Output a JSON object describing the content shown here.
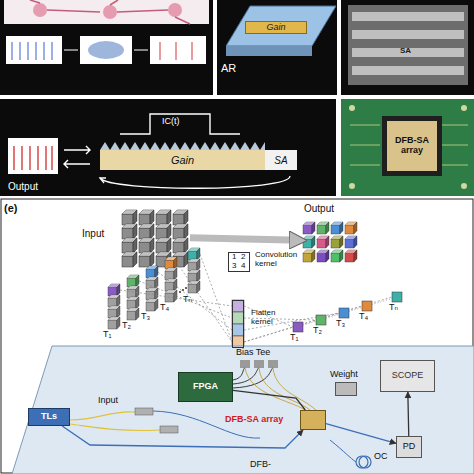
{
  "diagram": {
    "nodes": [
      {
        "text": [
          "Gain"
        ]
      },
      {
        "text": [
          "Gain"
        ]
      },
      {
        "text": [
          "SA"
        ]
      },
      {
        "text": [
          "DFB-SA array"
        ]
      },
      {
        "text": [
          "Input"
        ]
      },
      {
        "text": [
          "Output"
        ]
      },
      {
        "text": [
          "Convolution kernel",
          "1",
          "2",
          "3",
          "4"
        ]
      },
      {
        "text": [
          "Flatten kernel"
        ]
      },
      {
        "text": [
          "FPGA"
        ]
      },
      {
        "text": [
          "Weight"
        ]
      },
      {
        "text": [
          "SCOPE"
        ]
      },
      {
        "text": [
          "TLs"
        ]
      },
      {
        "text": [
          "DFB-SA array"
        ]
      },
      {
        "text": [
          "PD"
        ]
      }
    ],
    "edges": [
      {
        "from": 4,
        "to": 5,
        "arrow": "to"
      },
      {
        "from": 11,
        "to": 12,
        "arrow": "to"
      },
      {
        "from": 8,
        "to": 12,
        "arrow": "none"
      },
      {
        "from": 12,
        "to": 13,
        "arrow": "to"
      },
      {
        "from": 13,
        "to": 10,
        "arrow": "to"
      }
    ],
    "labels": [
      "AR",
      "SA",
      "IC(t)",
      "Output",
      "(e)",
      "T₁",
      "T₂",
      "T₃",
      "T₄",
      "Tₙ",
      "T₁",
      "T₂",
      "T₃",
      "T₄",
      "Tₙ",
      "Bias Tee",
      "Input",
      "OC",
      "DFB-"
    ]
  }
}
